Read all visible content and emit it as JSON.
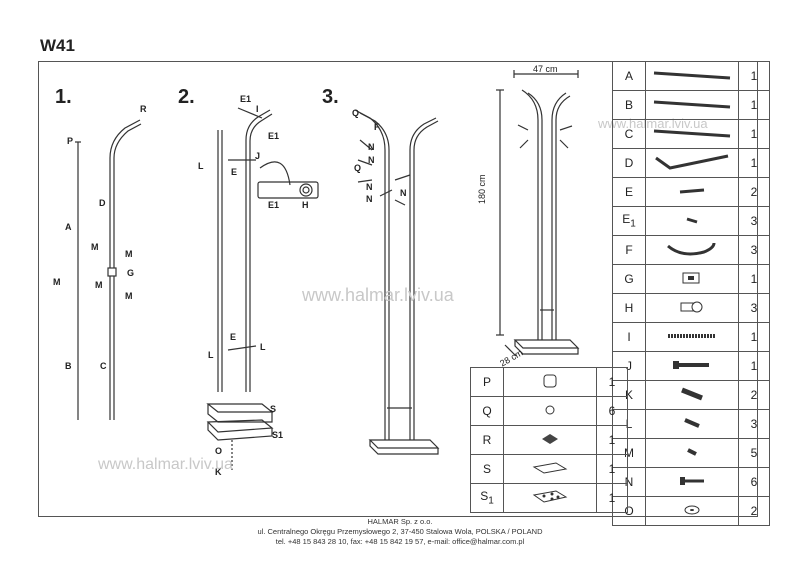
{
  "model": "W41",
  "steps": [
    "1.",
    "2.",
    "3."
  ],
  "watermark": "www.halmar.lviv.ua",
  "watermark_short": "www.halmar.lviv.ua",
  "watermark_top": "www.halmar.lviv.ua",
  "dimensions": {
    "width": "47 cm",
    "height": "180 cm",
    "depth": "28 cm"
  },
  "diagram_labels": {
    "step1": [
      "R",
      "P",
      "D",
      "A",
      "M",
      "M",
      "G",
      "M",
      "M",
      "M",
      "B",
      "C"
    ],
    "step2": [
      "E1",
      "I",
      "E1",
      "J",
      "L",
      "E",
      "E1",
      "H",
      "E",
      "L",
      "L",
      "S",
      "S1",
      "O",
      "K"
    ],
    "step3": [
      "Q",
      "F",
      "N",
      "N",
      "Q",
      "N",
      "N",
      "N"
    ]
  },
  "parts_right": [
    {
      "letter": "A",
      "qty": "1",
      "icon": "long-tube-icon"
    },
    {
      "letter": "B",
      "qty": "1",
      "icon": "long-tube-icon"
    },
    {
      "letter": "C",
      "qty": "1",
      "icon": "long-tube-icon"
    },
    {
      "letter": "D",
      "qty": "1",
      "icon": "bent-tube-icon"
    },
    {
      "letter": "E",
      "qty": "2",
      "icon": "connector-tube-icon"
    },
    {
      "letter": "E",
      "sub": "1",
      "qty": "3",
      "icon": "small-connector-icon"
    },
    {
      "letter": "F",
      "qty": "3",
      "icon": "hook-icon"
    },
    {
      "letter": "G",
      "qty": "1",
      "icon": "clamp-icon"
    },
    {
      "letter": "H",
      "qty": "3",
      "icon": "spring-cap-icon"
    },
    {
      "letter": "I",
      "qty": "1",
      "icon": "threaded-rod-icon"
    },
    {
      "letter": "J",
      "qty": "1",
      "icon": "long-bolt-icon"
    },
    {
      "letter": "K",
      "qty": "2",
      "icon": "bolt-icon"
    },
    {
      "letter": "L",
      "qty": "3",
      "icon": "screw-icon"
    },
    {
      "letter": "M",
      "qty": "5",
      "icon": "short-screw-icon"
    },
    {
      "letter": "N",
      "qty": "6",
      "icon": "flat-screw-icon"
    },
    {
      "letter": "O",
      "qty": "2",
      "icon": "washer-icon"
    }
  ],
  "parts_bottom": [
    {
      "letter": "P",
      "qty": "1",
      "icon": "end-cap-icon"
    },
    {
      "letter": "Q",
      "qty": "6",
      "icon": "ball-cap-icon"
    },
    {
      "letter": "R",
      "qty": "1",
      "icon": "top-cap-icon"
    },
    {
      "letter": "S",
      "qty": "1",
      "icon": "base-plate-icon"
    },
    {
      "letter": "S",
      "sub": "1",
      "qty": "1",
      "icon": "base-plate-bolts-icon"
    }
  ],
  "footer": {
    "line1": "HALMAR Sp. z o.o.",
    "line2": "ul. Centralnego Okręgu Przemysłowego 2, 37-450 Stalowa Wola, POLSKA / POLAND",
    "line3": "tel. +48 15 843 28 10, fax: +48 15 842 19 57, e-mail: office@halmar.com.pl"
  }
}
